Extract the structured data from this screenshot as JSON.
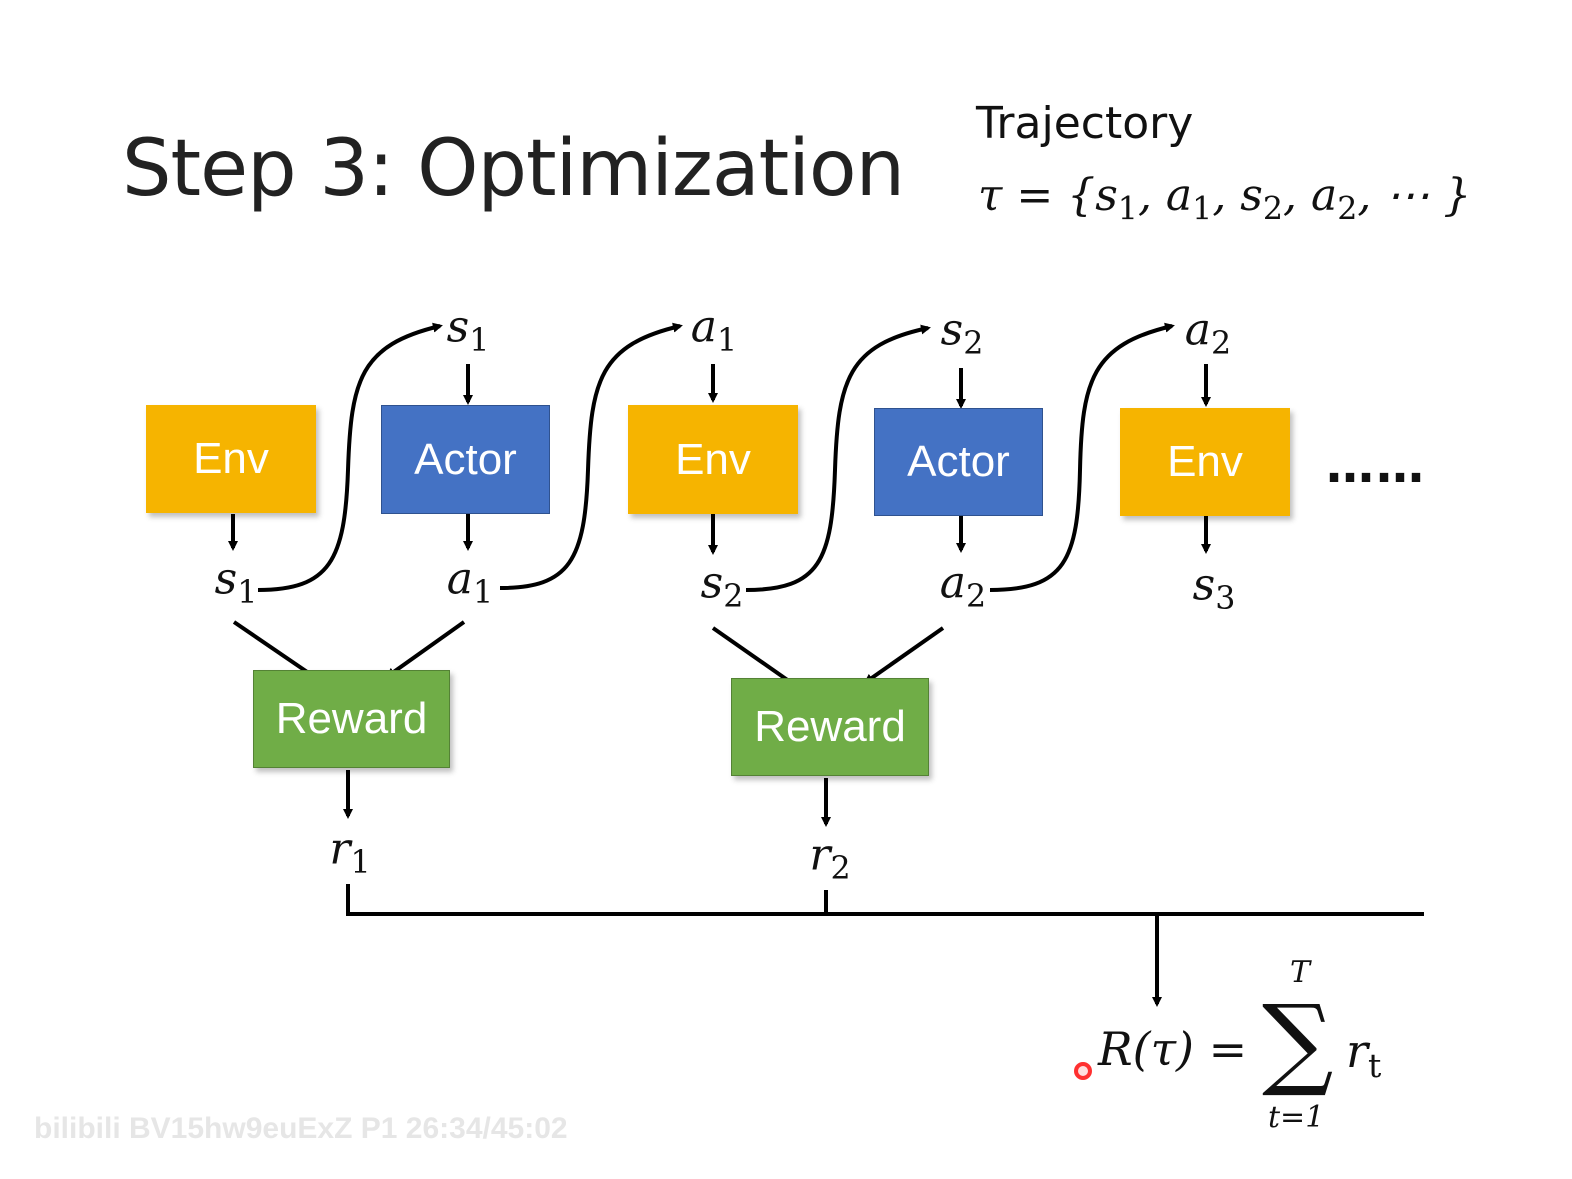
{
  "title": "Step 3: Optimization",
  "trajectory": {
    "label": "Trajectory",
    "formula_prefix": "τ = {",
    "formula_items": [
      "s",
      "1",
      ", a",
      "1",
      ", s",
      "2",
      ", a",
      "2",
      ", ⋯ }"
    ]
  },
  "boxes": {
    "env1": "Env",
    "actor1": "Actor",
    "env2": "Env",
    "actor2": "Actor",
    "env3": "Env",
    "reward1": "Reward",
    "reward2": "Reward"
  },
  "vars": {
    "s1_top": {
      "base": "s",
      "sub": "1"
    },
    "a1_top": {
      "base": "a",
      "sub": "1"
    },
    "s2_top": {
      "base": "s",
      "sub": "2"
    },
    "a2_top": {
      "base": "a",
      "sub": "2"
    },
    "s1_bot": {
      "base": "s",
      "sub": "1"
    },
    "a1_bot": {
      "base": "a",
      "sub": "1"
    },
    "s2_bot": {
      "base": "s",
      "sub": "2"
    },
    "a2_bot": {
      "base": "a",
      "sub": "2"
    },
    "s3_bot": {
      "base": "s",
      "sub": "3"
    },
    "r1": {
      "base": "r",
      "sub": "1"
    },
    "r2": {
      "base": "r",
      "sub": "2"
    }
  },
  "ellipsis": "……",
  "total_reward": {
    "lhs": "R(τ) =",
    "sum_upper": "T",
    "sum_lower": "t=1",
    "sigma": "∑",
    "term_base": "r",
    "term_sub": "t"
  },
  "watermark": "bilibili BV15hw9euExZ P1 26:34/45:02",
  "colors": {
    "env": "#f6b400",
    "actor": "#4472c4",
    "reward": "#70ad47"
  }
}
